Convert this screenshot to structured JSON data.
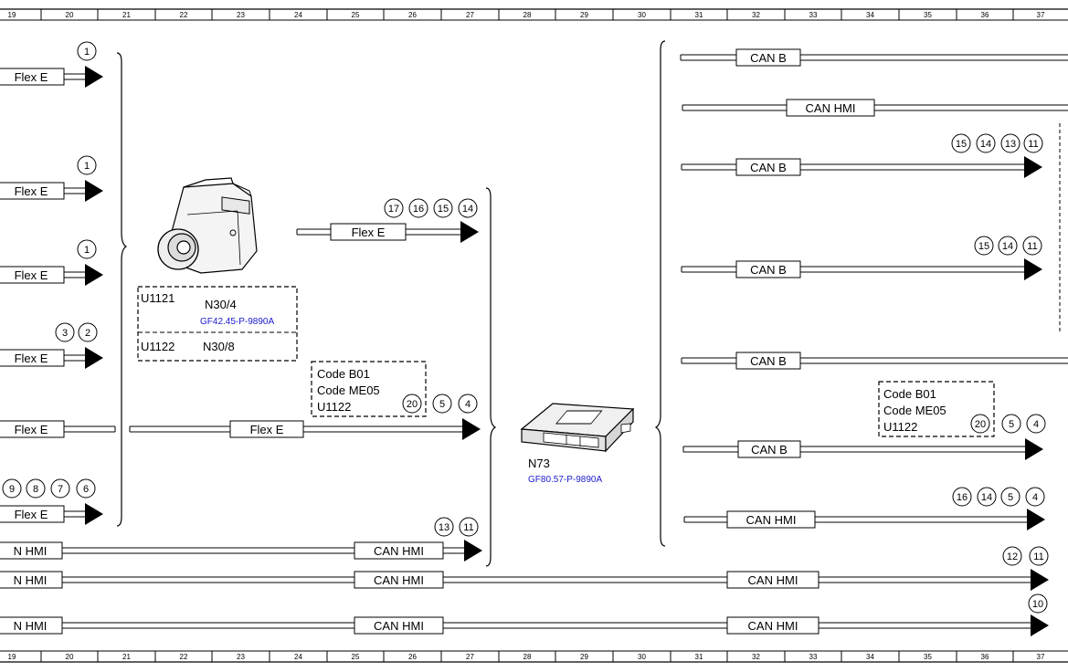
{
  "ruler": {
    "numbers": [
      "19",
      "20",
      "21",
      "22",
      "23",
      "24",
      "25",
      "26",
      "27",
      "28",
      "29",
      "30",
      "31",
      "32",
      "33",
      "34",
      "35",
      "36",
      "37"
    ]
  },
  "components": {
    "abs_unit": {
      "code1": "U1121",
      "ref1": "N30/4",
      "doc": "GF42.45-P-9890A",
      "code2": "U1122",
      "ref2": "N30/8"
    },
    "n73": {
      "ref": "N73",
      "doc": "GF80.57-P-9890A"
    }
  },
  "code_notes": {
    "left": [
      "Code B01",
      "Code ME05",
      "U1122"
    ],
    "right": [
      "Code B01",
      "Code ME05",
      "U1122"
    ]
  },
  "bus_labels": {
    "flex_e": "Flex E",
    "can_b": "CAN B",
    "can_hmi": "CAN HMI",
    "can_hmi_cut": "N HMI"
  },
  "circle_groups": {
    "l1": [
      "1"
    ],
    "l2": [
      "1"
    ],
    "l3": [
      "1"
    ],
    "l4": [
      "3",
      "2"
    ],
    "l6": [
      "9",
      "8",
      "7",
      "6"
    ],
    "mid_flex": [
      "17",
      "16",
      "15",
      "14"
    ],
    "mid_flex2": [
      "20",
      "5",
      "4"
    ],
    "can_hmi_a": [
      "13",
      "11"
    ],
    "can_hmi_b": [
      "12",
      "11"
    ],
    "can_hmi_c": [
      "10"
    ],
    "r3": [
      "15",
      "14",
      "13",
      "11"
    ],
    "r4": [
      "15",
      "14",
      "11"
    ],
    "r6": [
      "20",
      "5",
      "4"
    ],
    "r7": [
      "16",
      "14",
      "5",
      "4"
    ]
  }
}
